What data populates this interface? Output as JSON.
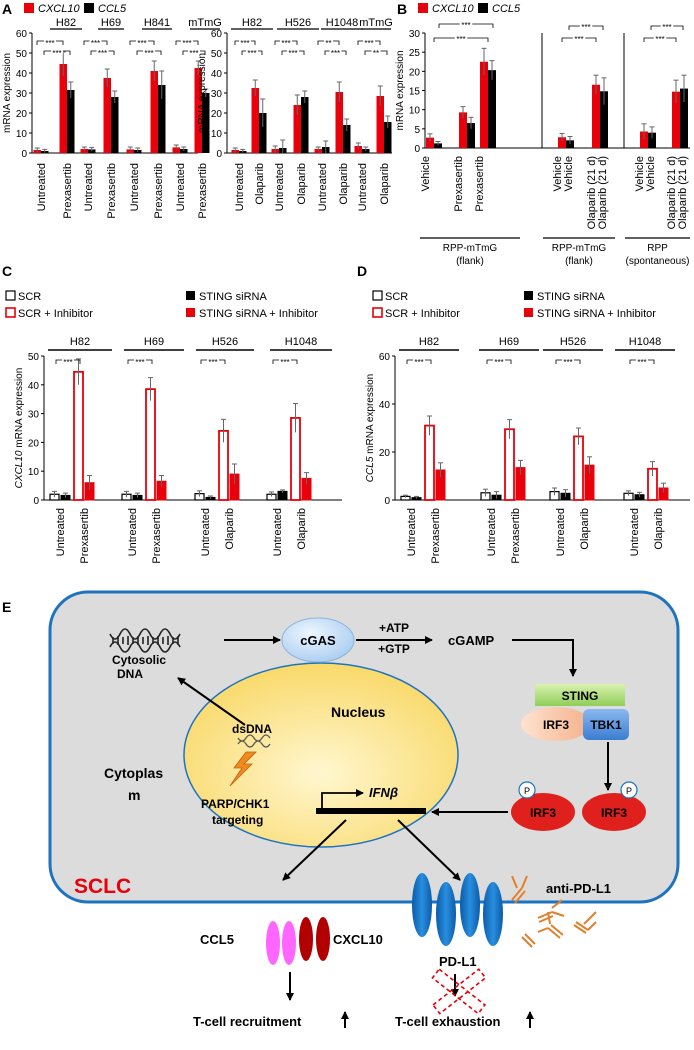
{
  "panels": {
    "A": "A",
    "B": "B",
    "C": "C",
    "D": "D",
    "E": "E"
  },
  "colors": {
    "red": "#e8000b",
    "black": "#000000",
    "white": "#ffffff",
    "cell_blue": "#1e73be",
    "nucleus_yellow": "#fde9a1",
    "ifnb_red": "#e0201c",
    "pd_blue": "#0b6fc0",
    "ccl5_pink": "#ff66ff",
    "cxcl10_darkred": "#a00000",
    "abody_orange": "#e07f2c"
  },
  "legend_ab": {
    "cxcl10": "CXCL10",
    "ccl5": "CCL5"
  },
  "legend_cd": {
    "scr": "SCR",
    "scr_inh": "SCR + Inhibitor",
    "sting": "STING siRNA",
    "sting_inh": "STING siRNA + Inhibitor"
  },
  "sig": "***",
  "sig2": "**",
  "chart_data": [
    {
      "id": "A1",
      "type": "bar",
      "ylabel": "mRNA expression",
      "ylim": [
        0,
        60
      ],
      "yticks": [
        0,
        10,
        20,
        30,
        40,
        50,
        60
      ],
      "groups": [
        "H82",
        "H69",
        "H841",
        "mTmG"
      ],
      "categories": [
        "Untreated",
        "Prexasertib",
        "Untreated",
        "Prexasertib",
        "Untreated",
        "Prexasertib",
        "Untreated",
        "Prexasertib"
      ],
      "series": [
        {
          "name": "CXCL10",
          "values": [
            1.5,
            44.5,
            2.0,
            37.5,
            1.8,
            41.0,
            2.8,
            42.5
          ],
          "err": [
            1.0,
            6.0,
            1.0,
            4.5,
            1.2,
            5.0,
            1.2,
            3.5
          ]
        },
        {
          "name": "CCL5",
          "values": [
            1.0,
            31.5,
            1.8,
            28.0,
            1.5,
            34.0,
            2.0,
            30.0
          ],
          "err": [
            0.8,
            4.0,
            1.0,
            3.0,
            1.0,
            7.0,
            1.0,
            2.0
          ]
        }
      ]
    },
    {
      "id": "A2",
      "type": "bar",
      "ylabel": "mRNA expression",
      "ylim": [
        0,
        60
      ],
      "yticks": [
        0,
        10,
        20,
        30,
        40,
        50,
        60
      ],
      "groups": [
        "H82",
        "H526",
        "H1048",
        "mTmG"
      ],
      "categories": [
        "Untreated",
        "Olaparib",
        "Untreated",
        "Olaparib",
        "Untreated",
        "Olaparib",
        "Untreated",
        "Olaparib"
      ],
      "series": [
        {
          "name": "CXCL10",
          "values": [
            1.5,
            32.5,
            2.0,
            24.0,
            2.0,
            30.5,
            3.5,
            28.5
          ],
          "err": [
            1.0,
            4.0,
            1.5,
            5.0,
            1.0,
            5.0,
            1.5,
            5.0
          ]
        },
        {
          "name": "CCL5",
          "values": [
            1.0,
            20.0,
            2.5,
            28.0,
            3.0,
            14.0,
            2.0,
            15.5
          ],
          "err": [
            0.8,
            7.0,
            4.0,
            3.0,
            3.0,
            3.0,
            1.0,
            3.0
          ]
        }
      ]
    },
    {
      "id": "B",
      "type": "bar",
      "ylabel": "mRNA expression",
      "ylim": [
        0,
        30
      ],
      "yticks": [
        0,
        5,
        10,
        15,
        20,
        25,
        30
      ],
      "groups": [
        "RPP-mTmG (flank)",
        "RPP-mTmG (flank)",
        "RPP (spontaneous)"
      ],
      "categories": [
        "Vehicle",
        "Prexasertib",
        "Prexasertib",
        "Vehicle",
        "Olaparib (21 d)",
        "Vehicle",
        "Olaparib (21 d)"
      ],
      "series": [
        {
          "name": "CXCL10",
          "values": [
            2.7,
            9.3,
            22.5,
            2.8,
            16.5,
            4.3,
            14.7
          ],
          "err": [
            1.0,
            1.5,
            3.5,
            1.0,
            2.5,
            2.0,
            3.0
          ]
        },
        {
          "name": "CCL5",
          "values": [
            1.2,
            6.5,
            20.3,
            2.0,
            14.8,
            4.0,
            15.5
          ],
          "err": [
            0.5,
            1.5,
            2.5,
            1.0,
            3.5,
            1.5,
            3.5
          ]
        }
      ]
    },
    {
      "id": "C",
      "type": "bar",
      "ylabel_em": "CXCL10",
      "ylabel": " mRNA expression",
      "ylim": [
        0,
        50
      ],
      "yticks": [
        0,
        10,
        20,
        30,
        40,
        50
      ],
      "groups": [
        "H82",
        "H69",
        "H526",
        "H1048"
      ],
      "categories": [
        "Untreated",
        "Prexasertib",
        "Untreated",
        "Prexasertib",
        "Untreated",
        "Olaparib",
        "Untreated",
        "Olaparib"
      ],
      "series": [
        {
          "name": "SCR",
          "values": [
            2.0,
            null,
            2.0,
            null,
            2.2,
            null,
            2.0,
            null
          ],
          "err": [
            1.0,
            null,
            1.0,
            null,
            1.0,
            null,
            0.8,
            null
          ]
        },
        {
          "name": "STING siRNA",
          "values": [
            1.6,
            null,
            1.6,
            null,
            0.9,
            null,
            3.0,
            null
          ],
          "err": [
            0.8,
            null,
            0.8,
            null,
            0.5,
            null,
            0.5,
            null
          ]
        },
        {
          "name": "SCR + Inhibitor",
          "values": [
            null,
            44.5,
            null,
            38.5,
            null,
            24.0,
            null,
            28.5
          ],
          "err": [
            null,
            4.5,
            null,
            4.0,
            null,
            4.0,
            null,
            5.0
          ]
        },
        {
          "name": "STING siRNA + Inhibitor",
          "values": [
            null,
            6.0,
            null,
            6.5,
            null,
            9.0,
            null,
            7.5
          ],
          "err": [
            null,
            2.5,
            null,
            2.0,
            null,
            3.5,
            null,
            2.0
          ]
        }
      ]
    },
    {
      "id": "D",
      "type": "bar",
      "ylabel_em": "CCL5",
      "ylabel": " mRNA expression",
      "ylim": [
        0,
        60
      ],
      "yticks": [
        0,
        20,
        40,
        60
      ],
      "groups": [
        "H82",
        "H69",
        "H526",
        "H1048"
      ],
      "categories": [
        "Untreated",
        "Prexasertib",
        "Untreated",
        "Prexasertib",
        "Untreated",
        "Olaparib",
        "Untreated",
        "Olaparib"
      ],
      "series": [
        {
          "name": "SCR",
          "values": [
            1.5,
            null,
            3.0,
            null,
            3.5,
            null,
            2.8,
            null
          ],
          "err": [
            0.5,
            null,
            1.5,
            null,
            1.5,
            null,
            1.0,
            null
          ]
        },
        {
          "name": "STING siRNA",
          "values": [
            1.0,
            null,
            2.0,
            null,
            2.8,
            null,
            2.2,
            null
          ],
          "err": [
            0.5,
            null,
            1.5,
            null,
            1.5,
            null,
            1.0,
            null
          ]
        },
        {
          "name": "SCR + Inhibitor",
          "values": [
            null,
            31.0,
            null,
            29.5,
            null,
            26.5,
            null,
            13.0
          ],
          "err": [
            null,
            4.0,
            null,
            4.0,
            null,
            3.5,
            null,
            3.0
          ]
        },
        {
          "name": "STING siRNA + Inhibitor",
          "values": [
            null,
            12.5,
            null,
            13.5,
            null,
            14.5,
            null,
            5.0
          ],
          "err": [
            null,
            3.0,
            null,
            3.0,
            null,
            3.5,
            null,
            2.0
          ]
        }
      ]
    }
  ],
  "diagram": {
    "cgas": "cGAS",
    "atp": "+ATP",
    "gtp": "+GTP",
    "cgamp": "cGAMP",
    "cytosolic_dna_1": "Cytosolic",
    "cytosolic_dna_2": "DNA",
    "nucleus": "Nucleus",
    "dsdna": "dsDNA",
    "targeting_1": "PARP/CHK1",
    "targeting_2": "targeting",
    "ifnb": "IFNβ",
    "cytoplasm_1": "Cytoplas",
    "cytoplasm_2": "m",
    "sting": "STING",
    "irf3": "IRF3",
    "tbk1": "TBK1",
    "p": "P",
    "sclc": "SCLC",
    "ccl5": "CCL5",
    "cxcl10": "CXCL10",
    "pdl1": "PD-L1",
    "anti_pdl1": "anti-PD-L1",
    "tcell_recruit": "T-cell recruitment",
    "tcell_exhaust": "T-cell exhaustion"
  }
}
